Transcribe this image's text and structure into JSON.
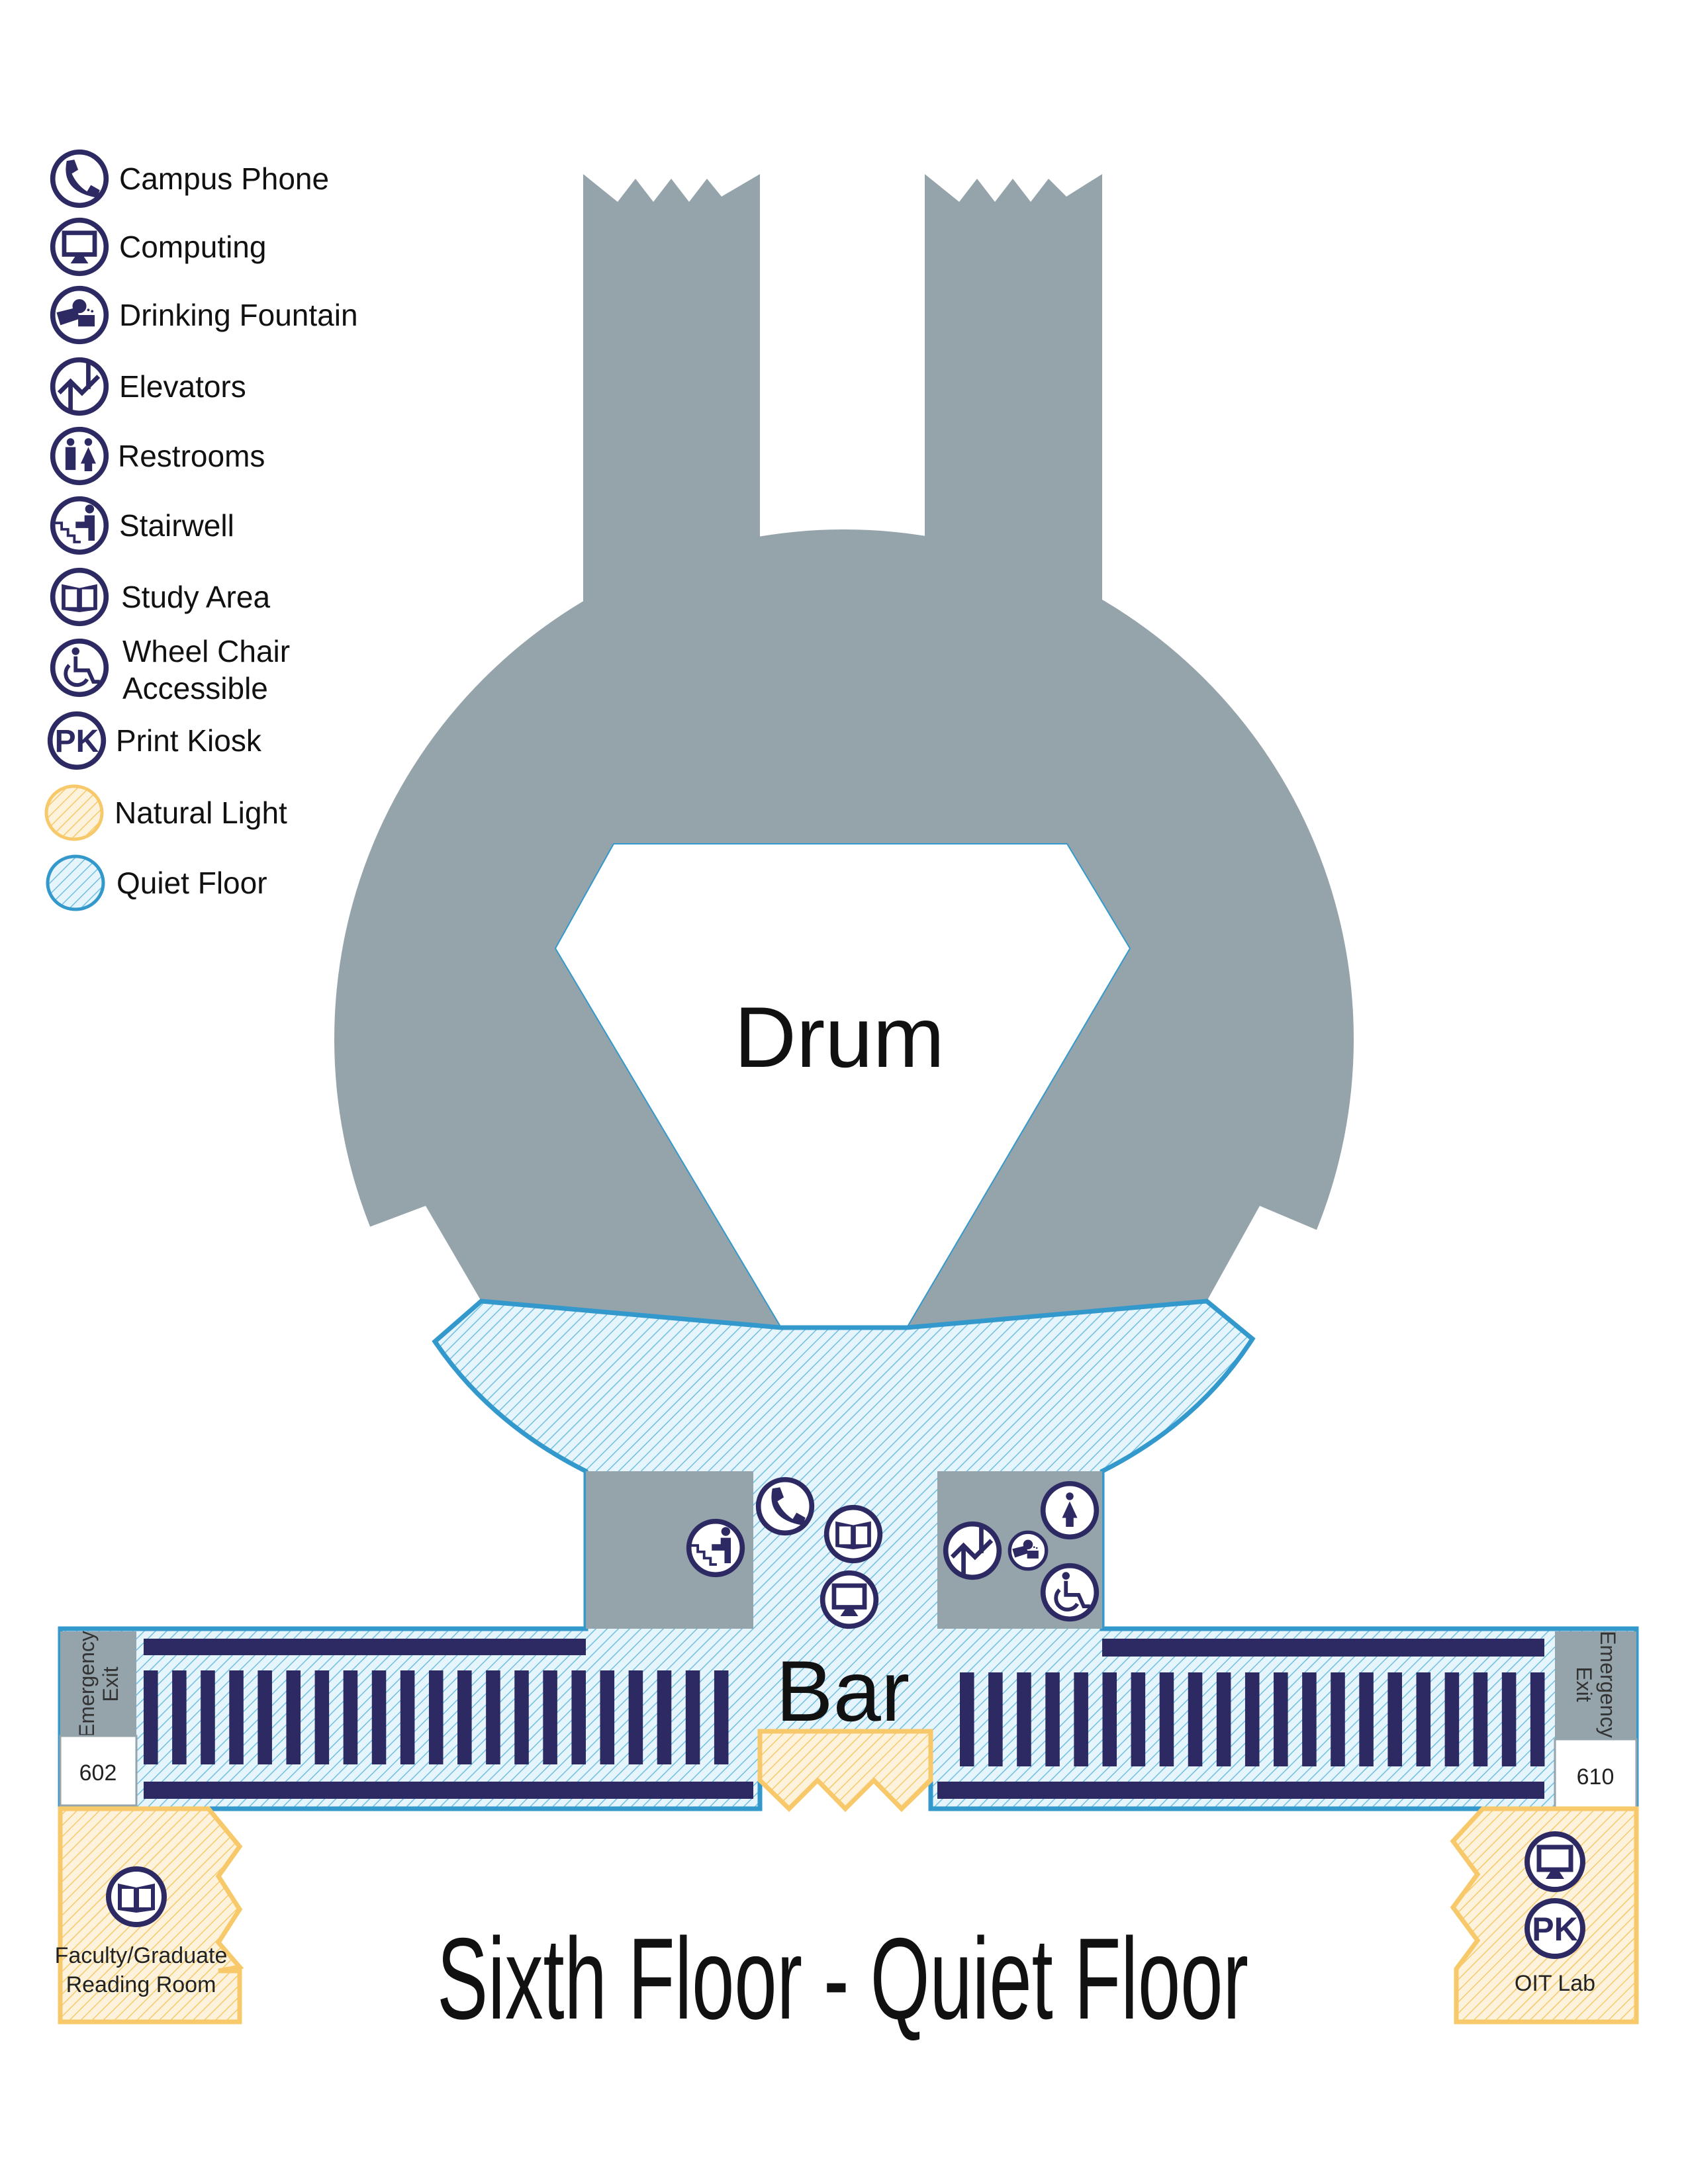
{
  "legend": {
    "items": [
      {
        "icon": "phone-icon",
        "label": "Campus Phone"
      },
      {
        "icon": "computer-icon",
        "label": "Computing"
      },
      {
        "icon": "drinking-fountain-icon",
        "label": "Drinking Fountain"
      },
      {
        "icon": "elevator-icon",
        "label": "Elevators"
      },
      {
        "icon": "restroom-icon",
        "label": "Restrooms"
      },
      {
        "icon": "stairwell-icon",
        "label": "Stairwell"
      },
      {
        "icon": "study-area-icon",
        "label": "Study Area"
      },
      {
        "icon": "wheelchair-icon",
        "label_line1": "Wheel Chair",
        "label_line2": "Accessible"
      },
      {
        "icon": "print-kiosk-icon",
        "label": "Print Kiosk",
        "glyph": "PK"
      },
      {
        "icon": "natural-light-swatch",
        "label": "Natural Light"
      },
      {
        "icon": "quiet-floor-swatch",
        "label": "Quiet Floor"
      }
    ]
  },
  "map": {
    "drum_label": "Drum",
    "bar_label": "Bar",
    "left_exit": {
      "label_line1": "Emergency",
      "label_line2": "Exit",
      "room": "602"
    },
    "right_exit": {
      "label_line1": "Emergency",
      "label_line2": "Exit",
      "room": "610"
    },
    "reading_room": {
      "line1": "Faculty/Graduate",
      "line2": "Reading Room"
    },
    "oit_lab": {
      "label": "OIT Lab",
      "pk": "PK"
    },
    "title": "Sixth Floor - Quiet Floor"
  },
  "colors": {
    "structure": "#95a4ab",
    "icon": "#2d2a63",
    "quiet": "#3399cc",
    "light": "#f7c96a"
  }
}
